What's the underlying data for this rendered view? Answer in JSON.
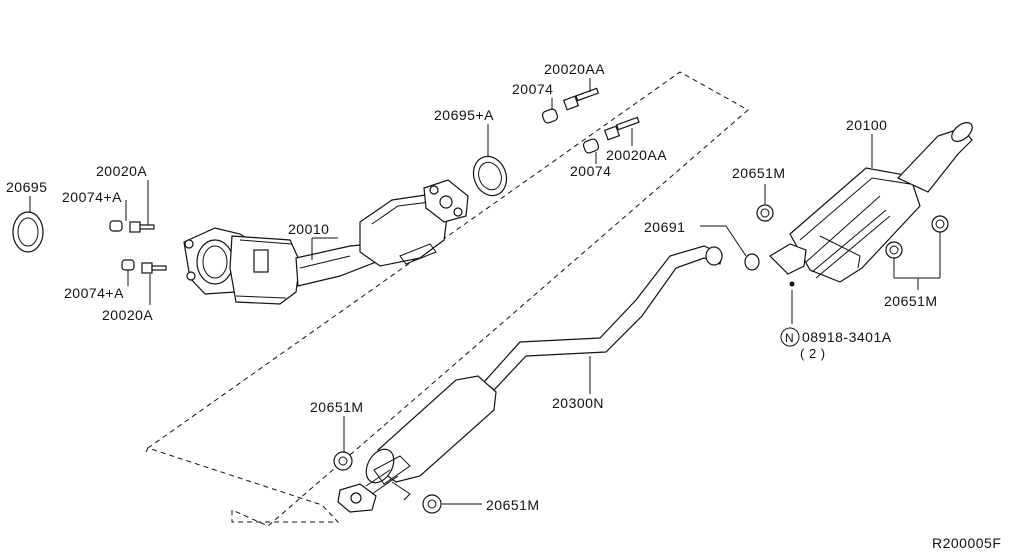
{
  "labels": {
    "p20695": "20695",
    "p20074a_top": "20074+A",
    "p20020a_top": "20020A",
    "p20074a_bot": "20074+A",
    "p20020a_bot": "20020A",
    "p20010": "20010",
    "p20695a": "20695+A",
    "p20074_top": "20074",
    "p20020aa_top": "20020AA",
    "p20020aa_mid": "20020AA",
    "p20074_mid": "20074",
    "p20100": "20100",
    "p20651m_top": "20651M",
    "p20691": "20691",
    "p20651m_right": "20651M",
    "p08918": "08918-3401A",
    "p08918_qty": "( 2 )",
    "p08918_symbol": "N",
    "p20300n": "20300N",
    "p20651m_left": "20651M",
    "p20651m_bottom": "20651M",
    "ref": "R200005F"
  }
}
